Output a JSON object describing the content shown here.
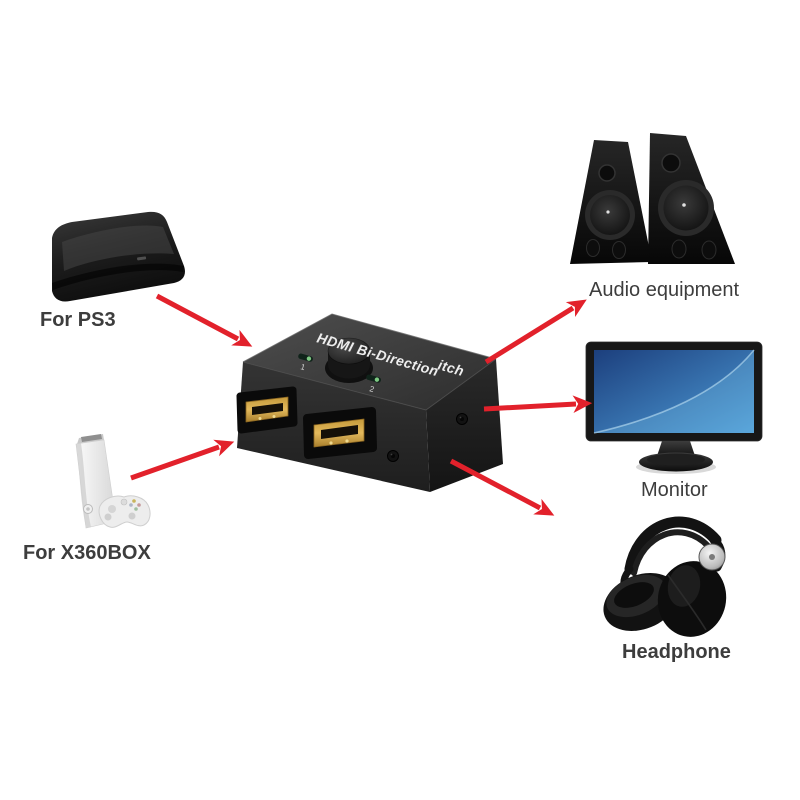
{
  "diagram": {
    "switch": {
      "name_line1": "HDMI Bi-Direction",
      "name_line2": "itch",
      "led1": "1",
      "led2": "2"
    },
    "sources": [
      {
        "id": "ps3",
        "label": "For PS3"
      },
      {
        "id": "x360box",
        "label": "For X360BOX"
      }
    ],
    "outputs": [
      {
        "id": "audio-equipment",
        "label": "Audio equipment"
      },
      {
        "id": "monitor",
        "label": "Monitor"
      },
      {
        "id": "headphone",
        "label": "Headphone"
      }
    ]
  },
  "colors": {
    "arrow": "#e2212b",
    "label_text": "#3d3d3d",
    "device_text": "#ededed",
    "led_green": "#7ec983",
    "hdmi_gold": "#e3b95c",
    "monitor_screen_dark": "#1c3f7d",
    "monitor_screen_light": "#4d9bd6",
    "background": "#ffffff"
  }
}
